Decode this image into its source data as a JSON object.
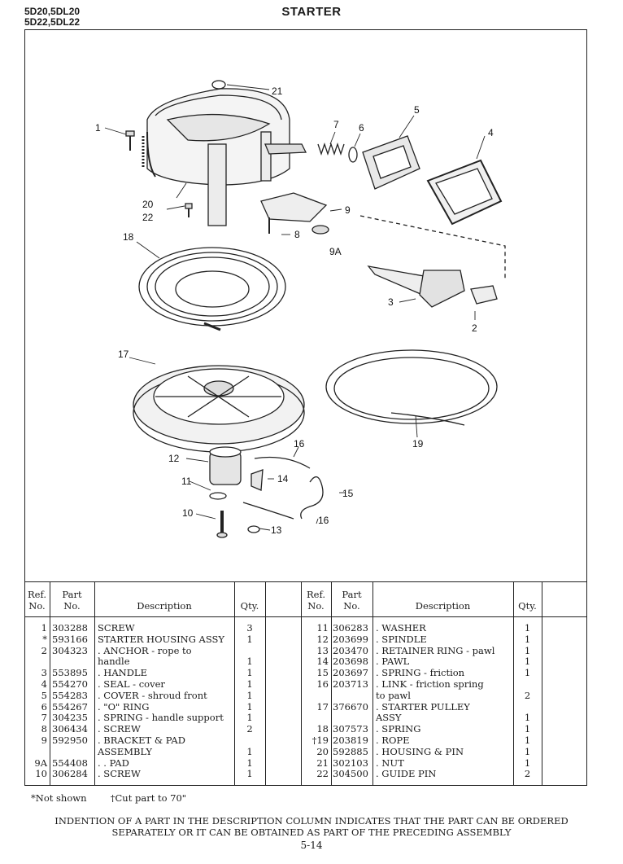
{
  "header": {
    "model_line1": "5D20,5DL20",
    "model_line2": "5D22,5DL22",
    "title": "STARTER"
  },
  "diagram_callouts": [
    "1",
    "2",
    "3",
    "4",
    "5",
    "6",
    "7",
    "8",
    "9",
    "9A",
    "10",
    "11",
    "12",
    "13",
    "14",
    "15",
    "16",
    "16",
    "17",
    "18",
    "19",
    "20",
    "21",
    "22"
  ],
  "table": {
    "headers": {
      "ref": [
        "Ref.",
        "No."
      ],
      "part": [
        "Part",
        "No."
      ],
      "description": "Description",
      "qty": "Qty."
    },
    "left_rows": [
      {
        "ref": "1",
        "part": "303288",
        "desc": "SCREW",
        "qty": "3"
      },
      {
        "ref": "*",
        "part": "593166",
        "desc": "STARTER HOUSING ASSY",
        "qty": "1"
      },
      {
        "ref": "2",
        "part": "304323",
        "desc": ". ANCHOR - rope to",
        "qty": ""
      },
      {
        "ref": "",
        "part": "",
        "desc": "handle",
        "qty": "1"
      },
      {
        "ref": "3",
        "part": "553895",
        "desc": ". HANDLE",
        "qty": "1"
      },
      {
        "ref": "4",
        "part": "554270",
        "desc": ". SEAL - cover",
        "qty": "1"
      },
      {
        "ref": "5",
        "part": "554283",
        "desc": ". COVER - shroud front",
        "qty": "1"
      },
      {
        "ref": "6",
        "part": "554267",
        "desc": ". \"O\" RING",
        "qty": "1"
      },
      {
        "ref": "7",
        "part": "304235",
        "desc": ". SPRING - handle support",
        "qty": "1"
      },
      {
        "ref": "8",
        "part": "306434",
        "desc": ". SCREW",
        "qty": "2"
      },
      {
        "ref": "9",
        "part": "592950",
        "desc": ". BRACKET & PAD",
        "qty": ""
      },
      {
        "ref": "",
        "part": "",
        "desc": "ASSEMBLY",
        "qty": "1"
      },
      {
        "ref": "9A",
        "part": "554408",
        "desc": ". . PAD",
        "qty": "1"
      },
      {
        "ref": "10",
        "part": "306284",
        "desc": ". SCREW",
        "qty": "1"
      }
    ],
    "right_rows": [
      {
        "ref": "11",
        "part": "306283",
        "desc": ". WASHER",
        "qty": "1"
      },
      {
        "ref": "12",
        "part": "203699",
        "desc": ". SPINDLE",
        "qty": "1"
      },
      {
        "ref": "13",
        "part": "203470",
        "desc": ". RETAINER RING - pawl",
        "qty": "1"
      },
      {
        "ref": "14",
        "part": "203698",
        "desc": ". PAWL",
        "qty": "1"
      },
      {
        "ref": "15",
        "part": "203697",
        "desc": ". SPRING - friction",
        "qty": "1"
      },
      {
        "ref": "16",
        "part": "203713",
        "desc": ". LINK - friction spring",
        "qty": ""
      },
      {
        "ref": "",
        "part": "",
        "desc": "to pawl",
        "qty": "2"
      },
      {
        "ref": "17",
        "part": "376670",
        "desc": ". STARTER PULLEY",
        "qty": ""
      },
      {
        "ref": "",
        "part": "",
        "desc": "ASSY",
        "qty": "1"
      },
      {
        "ref": "18",
        "part": "307573",
        "desc": ". SPRING",
        "qty": "1"
      },
      {
        "ref": "†19",
        "part": "203819",
        "desc": ". ROPE",
        "qty": "1"
      },
      {
        "ref": "20",
        "part": "592885",
        "desc": ". HOUSING & PIN",
        "qty": "1"
      },
      {
        "ref": "21",
        "part": "302103",
        "desc": ". NUT",
        "qty": "1"
      },
      {
        "ref": "22",
        "part": "304500",
        "desc": ". GUIDE PIN",
        "qty": "2"
      }
    ]
  },
  "footnotes": {
    "not_shown": "*Not shown",
    "cut": "†Cut part to 70\""
  },
  "indention_note_line1": "INDENTION OF A PART IN THE DESCRIPTION COLUMN INDICATES THAT THE PART CAN BE ORDERED",
  "indention_note_line2": "SEPARATELY OR IT CAN BE OBTAINED AS PART OF THE PRECEDING ASSEMBLY",
  "page_number": "5-14"
}
